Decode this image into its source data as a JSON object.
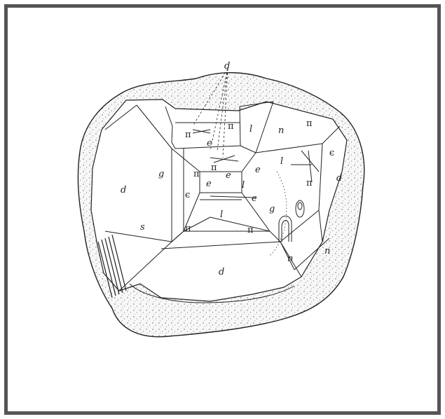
{
  "figure": {
    "stroke_color": "#222222",
    "matrix_fill": "#f2f2f2",
    "frame_color": "#555555",
    "labels": {
      "top_d": "d",
      "left_d": "d",
      "right_d": "d",
      "bottom_d": "d",
      "top_pi_1": "π",
      "top_pi_2": "π",
      "top_l": "l",
      "top_n": "n",
      "top_e": "e",
      "g_left": "g",
      "epsilon_left": "ϵ",
      "inner_pi_left": "π",
      "inner_pi_mid": "π",
      "inner_e_1": "e",
      "inner_e_2": "e",
      "inner_e_3": "e",
      "inner_l": "l",
      "inner_e_low": "e",
      "mid_l": "l",
      "low_pi_left": "π",
      "low_pi_right": "π",
      "s_label": "s",
      "right_pi_top": "π",
      "right_l": "l",
      "right_epsilon": "ϵ",
      "right_pi_low": "π",
      "g_right": "g",
      "n_lower_mid": "n",
      "n_lower_right": "n"
    }
  }
}
